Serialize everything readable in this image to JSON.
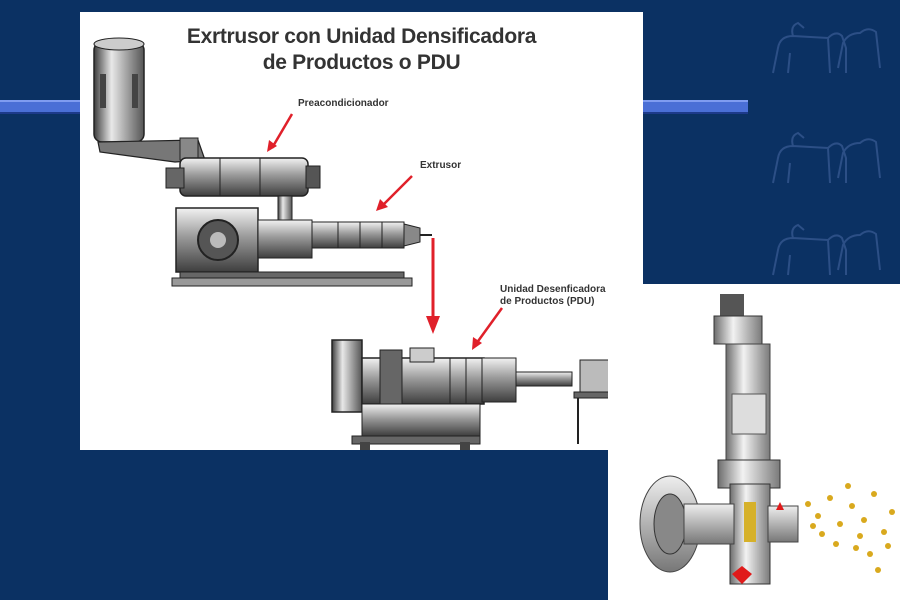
{
  "slide": {
    "background_color": "#0b3163",
    "stripe_color": "#4a6fd6"
  },
  "diagram": {
    "title_line1": "Exrtrusor con Unidad Densificadora",
    "title_line2": "de Productos o PDU",
    "labels": {
      "preconditioner": "Preacondicionador",
      "extruder": "Extrusor",
      "pdu_line1": "Unidad Desenficadora",
      "pdu_line2": "de Productos (PDU)"
    },
    "arrow_color": "#e0202a"
  },
  "decor": {
    "watermark_icon": "dog-silhouette-icon",
    "photo_icon": "pdu-machine-photo"
  }
}
